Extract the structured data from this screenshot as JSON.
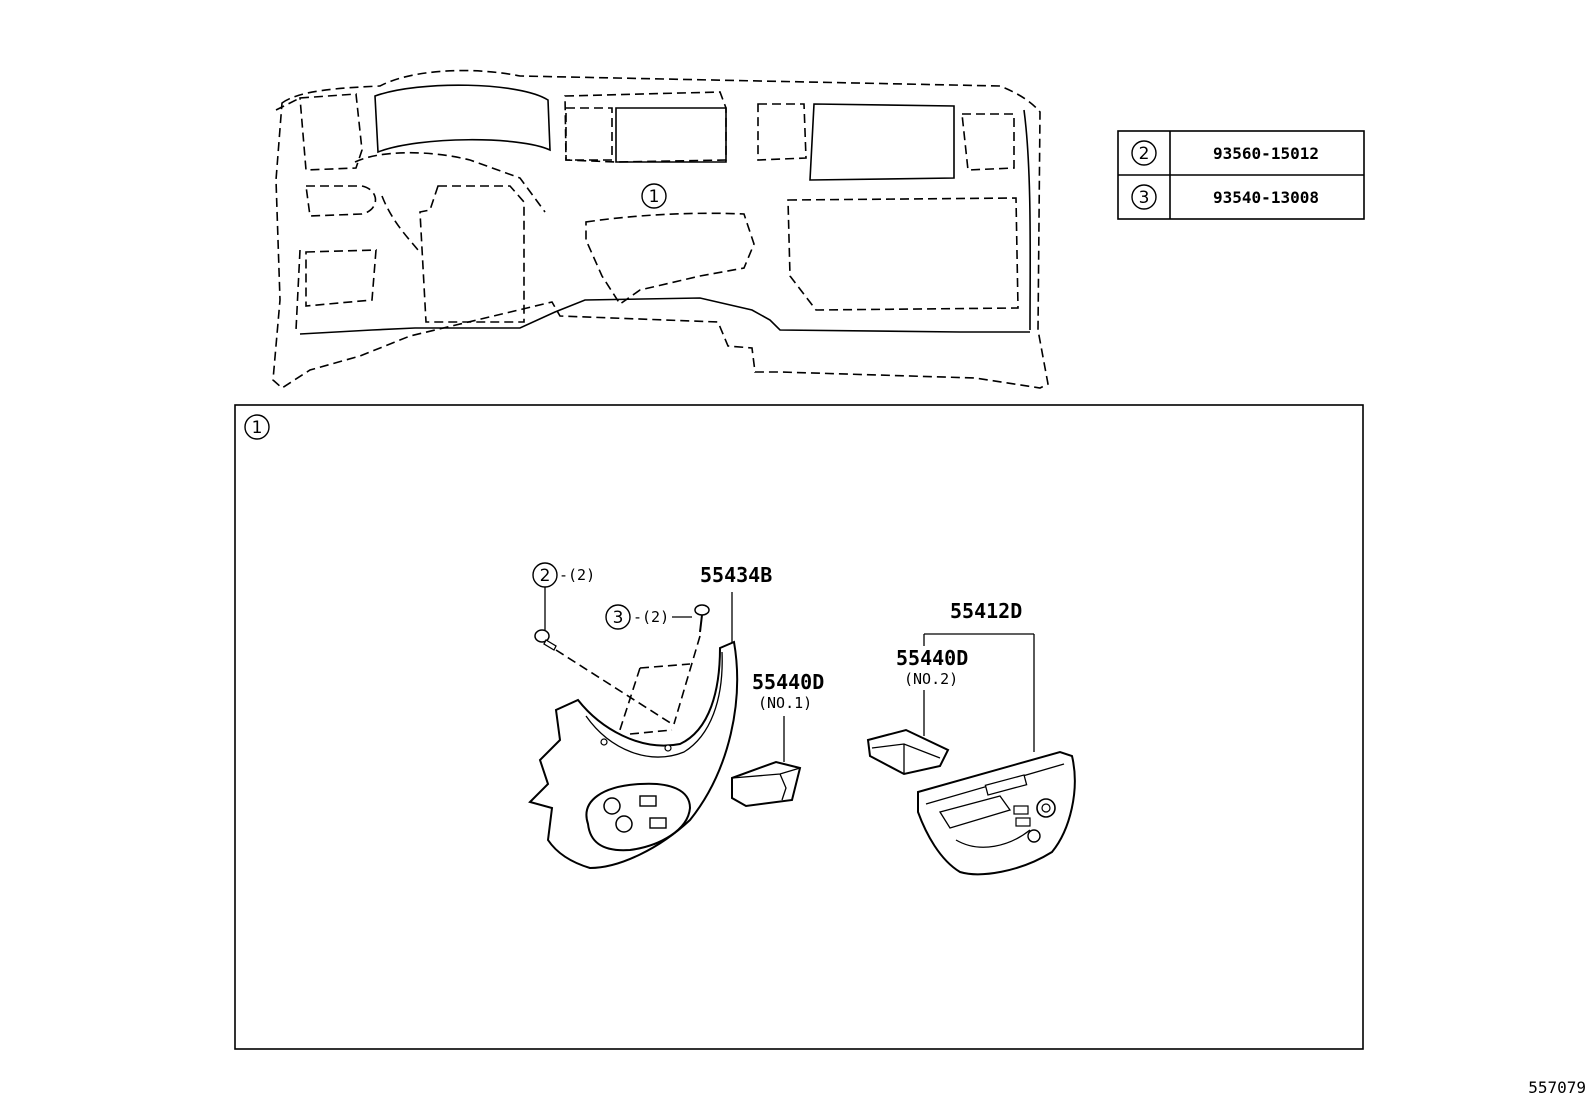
{
  "legend": {
    "rows": [
      {
        "ref": "2",
        "part_number": "93560-15012"
      },
      {
        "ref": "3",
        "part_number": "93540-13008"
      }
    ]
  },
  "dashboard": {
    "callout_ref": "1"
  },
  "detail": {
    "ref": "1",
    "labels": {
      "screw_ref": "2",
      "screw_qty": "-(2)",
      "bolt_ref": "3",
      "bolt_qty": "-(2)",
      "panel_left": "55434B",
      "box_no1": "55440D",
      "box_no1_sub": "(NO.1)",
      "panel_right": "55412D",
      "box_no2": "55440D",
      "box_no2_sub": "(NO.2)"
    }
  },
  "footer": {
    "diagram_id": "557079"
  }
}
